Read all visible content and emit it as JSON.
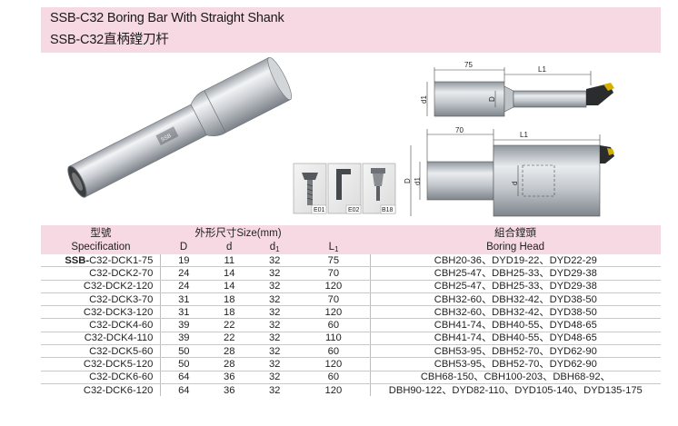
{
  "header": {
    "title_en": "SSB-C32 Boring Bar With Straight Shank",
    "title_zh": "SSB-C32直柄鏜刀杆"
  },
  "figure": {
    "product_logo": "SSB",
    "top_drawing": {
      "length_label": "75",
      "l1_label": "L1",
      "d1_label": "d1",
      "D_label": "D"
    },
    "bottom_drawing": {
      "length_label": "70",
      "l1_label": "L1",
      "d1_label": "d1",
      "D_label": "D",
      "d_label": "d"
    },
    "accessories": [
      {
        "label": "E01",
        "icon": "screw-icon"
      },
      {
        "label": "E02",
        "icon": "wrench-icon"
      },
      {
        "label": "B18",
        "icon": "spring-screw-icon"
      }
    ]
  },
  "table": {
    "headers": {
      "model_zh": "型號",
      "model_en": "Specification",
      "dims_zh": "外形尺寸Size(mm)",
      "col_D": "D",
      "col_d": "d",
      "col_d1": "d",
      "col_d1_sub": "1",
      "col_L1": "L",
      "col_L1_sub": "1",
      "head_zh": "組合鏜頭",
      "head_en": "Boring Head"
    },
    "rows": [
      {
        "prefix": "SSB-",
        "model": "C32-DCK1-75",
        "D": "19",
        "d": "11",
        "d1": "32",
        "L1": "75",
        "head": "CBH20-36、DYD19-22、DYD22-29"
      },
      {
        "prefix": "",
        "model": "C32-DCK2-70",
        "D": "24",
        "d": "14",
        "d1": "32",
        "L1": "70",
        "head": "CBH25-47、DBH25-33、DYD29-38"
      },
      {
        "prefix": "",
        "model": "C32-DCK2-120",
        "D": "24",
        "d": "14",
        "d1": "32",
        "L1": "120",
        "head": "CBH25-47、DBH25-33、DYD29-38"
      },
      {
        "prefix": "",
        "model": "C32-DCK3-70",
        "D": "31",
        "d": "18",
        "d1": "32",
        "L1": "70",
        "head": "CBH32-60、DBH32-42、DYD38-50"
      },
      {
        "prefix": "",
        "model": "C32-DCK3-120",
        "D": "31",
        "d": "18",
        "d1": "32",
        "L1": "120",
        "head": "CBH32-60、DBH32-42、DYD38-50"
      },
      {
        "prefix": "",
        "model": "C32-DCK4-60",
        "D": "39",
        "d": "22",
        "d1": "32",
        "L1": "60",
        "head": "CBH41-74、DBH40-55、DYD48-65"
      },
      {
        "prefix": "",
        "model": "C32-DCK4-110",
        "D": "39",
        "d": "22",
        "d1": "32",
        "L1": "110",
        "head": "CBH41-74、DBH40-55、DYD48-65"
      },
      {
        "prefix": "",
        "model": "C32-DCK5-60",
        "D": "50",
        "d": "28",
        "d1": "32",
        "L1": "60",
        "head": "CBH53-95、DBH52-70、DYD62-90"
      },
      {
        "prefix": "",
        "model": "C32-DCK5-120",
        "D": "50",
        "d": "28",
        "d1": "32",
        "L1": "120",
        "head": "CBH53-95、DBH52-70、DYD62-90"
      },
      {
        "prefix": "",
        "model": "C32-DCK6-60",
        "D": "64",
        "d": "36",
        "d1": "32",
        "L1": "60",
        "head": "CBH68-150、CBH100-203、DBH68-92、"
      },
      {
        "prefix": "",
        "model": "C32-DCK6-120",
        "D": "64",
        "d": "36",
        "d1": "32",
        "L1": "120",
        "head": "DBH90-122、DYD82-110、DYD105-140、DYD135-175"
      }
    ]
  }
}
